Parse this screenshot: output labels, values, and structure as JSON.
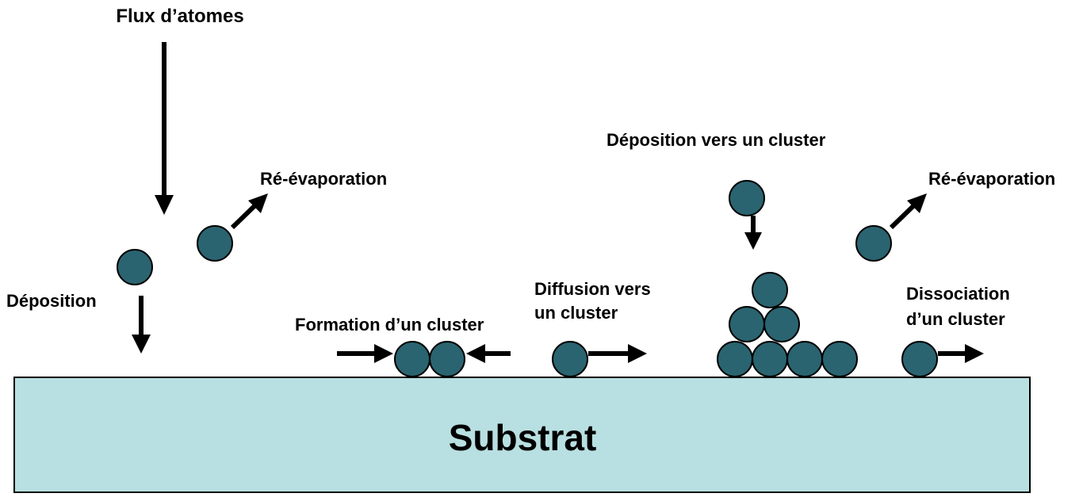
{
  "labels": {
    "flux": "Flux d’atomes",
    "reevaporation_left": "Ré-évaporation",
    "deposition": "Déposition",
    "cluster_formation": "Formation d’un cluster",
    "diffusion_line1": "Diffusion vers",
    "diffusion_line2": "un cluster",
    "deposition_to_cluster": "Déposition vers un cluster",
    "reevaporation_right": "Ré-évaporation",
    "dissociation_line1": "Dissociation",
    "dissociation_line2": "d’un cluster"
  },
  "substrate": {
    "label": "Substrat"
  },
  "colors": {
    "atom_fill": "#2a6470",
    "substrate_fill": "#b8dfe1",
    "arrow": "#000000"
  }
}
